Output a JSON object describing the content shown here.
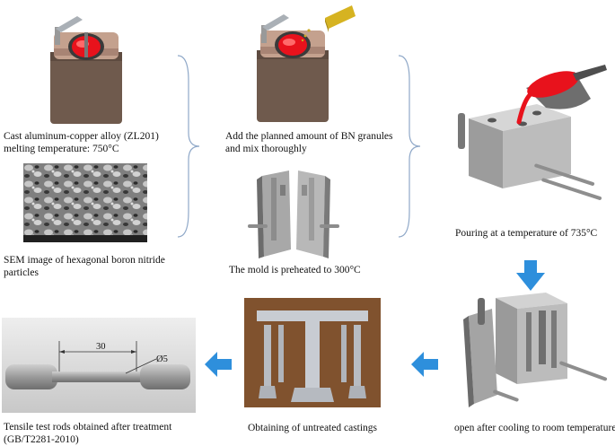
{
  "steps": {
    "melt": {
      "line1": "Cast aluminum-copper alloy (ZL201)",
      "line2": "melting temperature: 750°C"
    },
    "sem": {
      "line1": "SEM image of hexagonal boron nitride",
      "line2": "particles"
    },
    "add": {
      "line1": "Add the planned amount of BN granules",
      "line2": "and mix thoroughly"
    },
    "mold": {
      "label": "The mold is preheated to 300°C"
    },
    "pour": {
      "label": "Pouring at a temperature of 735°C"
    },
    "open": {
      "label": "open after cooling to room temperature"
    },
    "casting": {
      "label": "Obtaining of untreated castings"
    },
    "rod": {
      "line1": "Tensile test rods obtained after treatment",
      "line2": "(GB/T2281-2010)"
    }
  },
  "rod_dims": {
    "length": "30",
    "diameter": "Ø5"
  },
  "colors": {
    "arrow": "#2e8fdc",
    "molten": "#e8121c",
    "furnace": "#7b6457",
    "mold_metal": "#b4b4b4",
    "bracket": "#8fa8c8"
  }
}
